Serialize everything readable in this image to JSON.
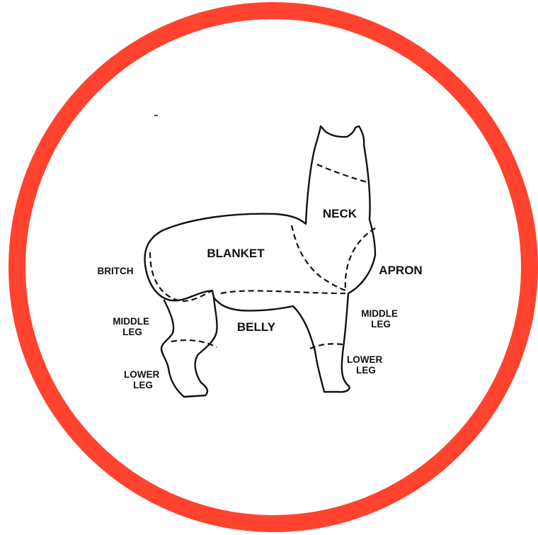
{
  "colors": {
    "ring": "#FF432E",
    "line": "#111111",
    "background": "#FFFFFF"
  },
  "icon": "alpaca-fleece-regions-outline",
  "labels": {
    "neck": "NECK",
    "blanket": "BLANKET",
    "britch": "BRITCH",
    "apron": "APRON",
    "belly": "BELLY",
    "middle_leg_left": [
      "MIDDLE",
      "LEG"
    ],
    "lower_leg_left": [
      "LOWER",
      "LEG"
    ],
    "middle_leg_right": [
      "MIDDLE",
      "LEG"
    ],
    "lower_leg_right": [
      "LOWER",
      "LEG"
    ]
  }
}
